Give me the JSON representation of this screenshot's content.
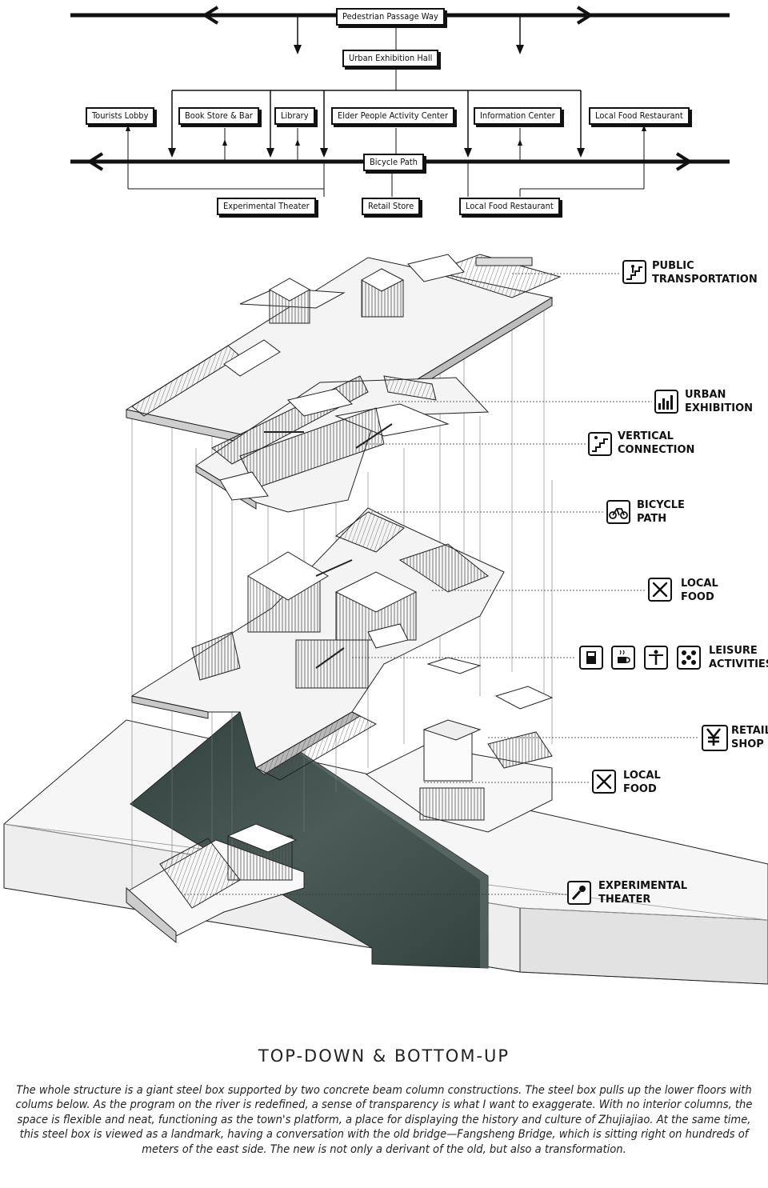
{
  "flow": {
    "passage_label": "Pedestrian Passage Way",
    "hall_label": "Urban Exhibition Hall",
    "bicycle_label": "Bicycle Path",
    "programs_top": [
      "Tourists Lobby",
      "Book Store & Bar",
      "Library",
      "Elder People Activity Center",
      "Information Center",
      "Local Food Restaurant"
    ],
    "programs_bottom": [
      "Experimental Theater",
      "Retail Store",
      "Local Food Restaurant"
    ]
  },
  "legend": {
    "public_transportation": [
      "PUBLIC",
      "TRANSPORTATION"
    ],
    "urban_exhibition": [
      "URBAN",
      "EXHIBITION"
    ],
    "vertical_connection": [
      "VERTICAL",
      "CONNECTION"
    ],
    "bicycle_path": [
      "BICYCLE",
      "PATH"
    ],
    "local_food_upper": [
      "LOCAL",
      "FOOD"
    ],
    "leisure_activities": [
      "LEISURE",
      "ACTIVITIES"
    ],
    "retail_shop": [
      "RETAIL",
      "SHOP"
    ],
    "local_food_lower": [
      "LOCAL",
      "FOOD"
    ],
    "experimental_theater": [
      "EXPERIMENTAL",
      "THEATER"
    ]
  },
  "icons": {
    "public_transportation": "stairs-person-icon",
    "urban_exhibition": "bar-chart-icon",
    "vertical_connection": "stairs-icon",
    "bicycle_path": "bicycle-icon",
    "local_food": "fork-knife-icon",
    "leisure": [
      "book-icon",
      "coffee-icon",
      "fitness-icon",
      "game-icon"
    ],
    "retail_shop": "yen-icon",
    "experimental_theater": "microphone-icon"
  },
  "colors": {
    "water": "#3e4f4c",
    "ink": "#111111",
    "slab": "#f4f4f4"
  },
  "caption": {
    "title": "TOP-DOWN & BOTTOM-UP",
    "body": "The whole structure is a giant steel box supported by two concrete beam column constructions. The steel box pulls up the lower floors with colums below. As the program on the river is redefined, a sense of transparency is what I want to exaggerate. With no interior columns, the space is flexible and neat, functioning as the town's platform, a place for displaying the history and culture of Zhujiajiao. At the same time, this steel box is viewed as a landmark, having a conversation with the old bridge—Fangsheng Bridge, which is sitting right on hundreds of meters of the east side. The new is not only a derivant of the old, but also a transformation."
  }
}
